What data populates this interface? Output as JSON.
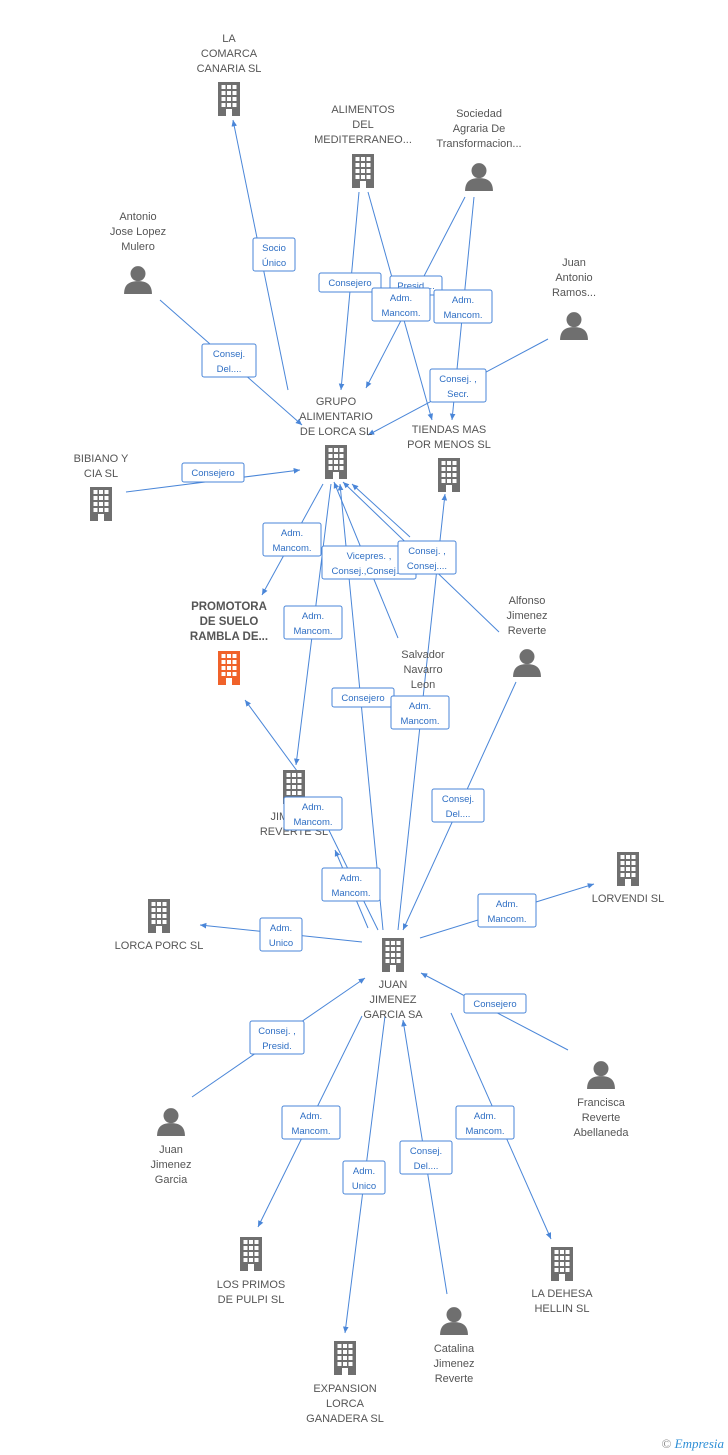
{
  "colors": {
    "edge": "#4a86d8",
    "node": "#6f6f6f",
    "highlight": "#f0622a"
  },
  "nodes": [
    {
      "id": "comarca",
      "type": "company",
      "lines": [
        "LA",
        "COMARCA",
        "CANARIA SL"
      ]
    },
    {
      "id": "alimentos",
      "type": "company",
      "lines": [
        "ALIMENTOS",
        "DEL",
        "MEDITERRANEO..."
      ]
    },
    {
      "id": "sociedad",
      "type": "person",
      "lines": [
        "Sociedad",
        "Agraria De",
        "Transformacion..."
      ]
    },
    {
      "id": "antonio",
      "type": "person",
      "lines": [
        "Antonio",
        "Jose Lopez",
        "Mulero"
      ]
    },
    {
      "id": "jantonio",
      "type": "person",
      "lines": [
        "Juan",
        "Antonio",
        "Ramos..."
      ]
    },
    {
      "id": "grupo",
      "type": "company",
      "lines": [
        "GRUPO",
        "ALIMENTARIO",
        "DE LORCA SL"
      ]
    },
    {
      "id": "tiendas",
      "type": "company",
      "lines": [
        "TIENDAS MAS",
        "POR MENOS SL"
      ]
    },
    {
      "id": "bibiano",
      "type": "company",
      "lines": [
        "BIBIANO Y",
        "CIA SL"
      ]
    },
    {
      "id": "promotora",
      "type": "company",
      "highlight": true,
      "lines": [
        "PROMOTORA",
        "DE SUELO",
        "RAMBLA DE..."
      ]
    },
    {
      "id": "alfonso",
      "type": "person",
      "lines": [
        "Alfonso",
        "Jimenez",
        "Reverte"
      ]
    },
    {
      "id": "salvador",
      "type": "person",
      "lines": [
        "Salvador",
        "Navarro",
        "Leon"
      ]
    },
    {
      "id": "jimrev",
      "type": "company",
      "lines": [
        "JIMENEZ",
        "REVERTE SL"
      ]
    },
    {
      "id": "lorvendi",
      "type": "company",
      "lines": [
        "LORVENDI SL"
      ]
    },
    {
      "id": "lorcaporc",
      "type": "company",
      "lines": [
        "LORCA PORC SL"
      ]
    },
    {
      "id": "juanjg",
      "type": "company",
      "lines": [
        "JUAN",
        "JIMENEZ",
        "GARCIA SA"
      ]
    },
    {
      "id": "francisca",
      "type": "person",
      "lines": [
        "Francisca",
        "Reverte",
        "Abellaneda"
      ]
    },
    {
      "id": "juanjgp",
      "type": "person",
      "lines": [
        "Juan",
        "Jimenez",
        "Garcia"
      ]
    },
    {
      "id": "primos",
      "type": "company",
      "lines": [
        "LOS PRIMOS",
        "DE PULPI SL"
      ]
    },
    {
      "id": "dehesa",
      "type": "company",
      "lines": [
        "LA DEHESA",
        "HELLIN SL"
      ]
    },
    {
      "id": "expansion",
      "type": "company",
      "lines": [
        "EXPANSION",
        "LORCA",
        "GANADERA SL"
      ]
    },
    {
      "id": "catalina",
      "type": "person",
      "lines": [
        "Catalina",
        "Jimenez",
        "Reverte"
      ]
    }
  ],
  "badges": [
    {
      "id": "b-socio",
      "lines": [
        "Socio",
        "Único"
      ]
    },
    {
      "id": "b-cons-alim",
      "lines": [
        "Consejero"
      ]
    },
    {
      "id": "b-presid",
      "lines": [
        "Presid...."
      ]
    },
    {
      "id": "b-adm-alim",
      "lines": [
        "Adm.",
        "Mancom."
      ]
    },
    {
      "id": "b-adm-soc",
      "lines": [
        "Adm.",
        "Mancom."
      ]
    },
    {
      "id": "b-consdel-ant",
      "lines": [
        "Consej.",
        "Del...."
      ]
    },
    {
      "id": "b-conssecr",
      "lines": [
        "Consej. ,",
        "Secr."
      ]
    },
    {
      "id": "b-cons-bib",
      "lines": [
        "Consejero"
      ]
    },
    {
      "id": "b-adm-grupo-prom",
      "lines": [
        "Adm.",
        "Mancom."
      ]
    },
    {
      "id": "b-vicepres",
      "lines": [
        "Vicepres. ,",
        "Consej.,Consej...."
      ]
    },
    {
      "id": "b-consej-alf",
      "lines": [
        "Consej. ,",
        "Consej...."
      ]
    },
    {
      "id": "b-adm-jim-grupo",
      "lines": [
        "Adm.",
        "Mancom."
      ]
    },
    {
      "id": "b-cons-jj-grupo",
      "lines": [
        "Consejero"
      ]
    },
    {
      "id": "b-adm-jj-tiendas",
      "lines": [
        "Adm.",
        "Mancom."
      ]
    },
    {
      "id": "b-adm-jim-prom",
      "lines": [
        "Adm.",
        "Mancom."
      ]
    },
    {
      "id": "b-consdel-alf",
      "lines": [
        "Consej.",
        "Del...."
      ]
    },
    {
      "id": "b-adm-jj-jim",
      "lines": [
        "Adm.",
        "Mancom."
      ]
    },
    {
      "id": "b-adm-lorvendi",
      "lines": [
        "Adm.",
        "Mancom."
      ]
    },
    {
      "id": "b-admunico-porc",
      "lines": [
        "Adm.",
        "Unico"
      ]
    },
    {
      "id": "b-cons-fran",
      "lines": [
        "Consejero"
      ]
    },
    {
      "id": "b-conspresid",
      "lines": [
        "Consej. ,",
        "Presid."
      ]
    },
    {
      "id": "b-adm-primos",
      "lines": [
        "Adm.",
        "Mancom."
      ]
    },
    {
      "id": "b-adm-dehesa",
      "lines": [
        "Adm.",
        "Mancom."
      ]
    },
    {
      "id": "b-admunico-exp",
      "lines": [
        "Adm.",
        "Unico"
      ]
    },
    {
      "id": "b-consdel-cat",
      "lines": [
        "Consej.",
        "Del...."
      ]
    }
  ],
  "footer": {
    "copyright": "©",
    "brand_initial": "E",
    "brand_rest": "mpresia"
  }
}
